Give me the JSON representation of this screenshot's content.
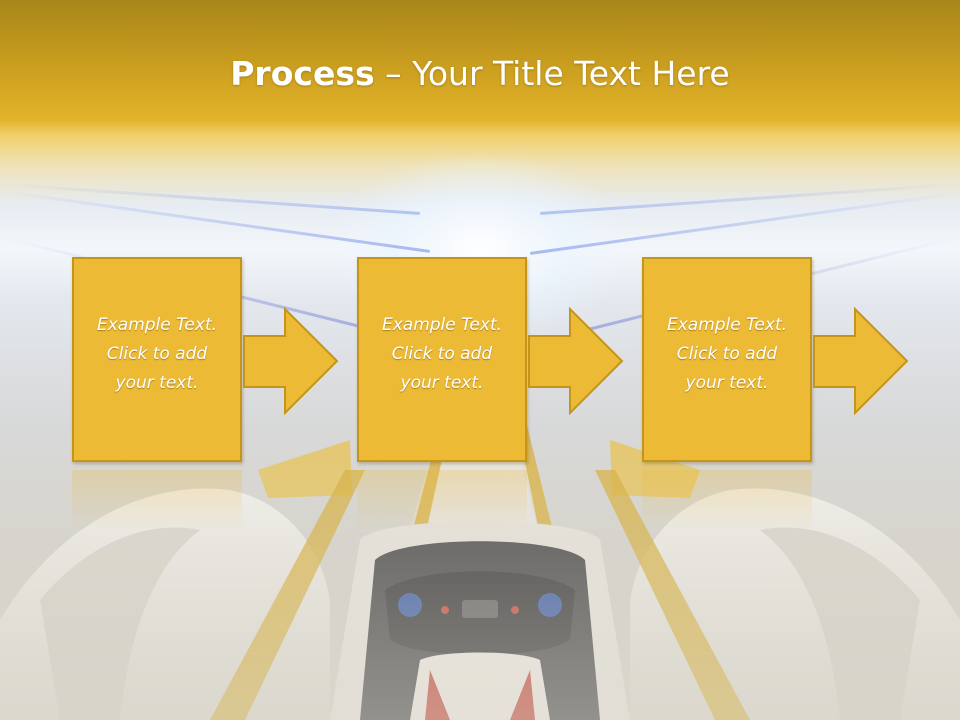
{
  "slide": {
    "title_bold": "Process",
    "title_rest": " – Your Title Text Here",
    "steps": [
      {
        "line1": "Example Text.",
        "line2": "Click  to add",
        "line3": "your text."
      },
      {
        "line1": "Example Text.",
        "line2": "Click  to add",
        "line3": "your text."
      },
      {
        "line1": "Example Text.",
        "line2": "Click  to add",
        "line3": "your text."
      }
    ]
  },
  "colors": {
    "header_gold": "#c79c1e",
    "box_fill": "#ecba35",
    "box_border": "#c49518",
    "text": "#ffffff"
  },
  "icons": [
    "right-arrow-icon"
  ]
}
